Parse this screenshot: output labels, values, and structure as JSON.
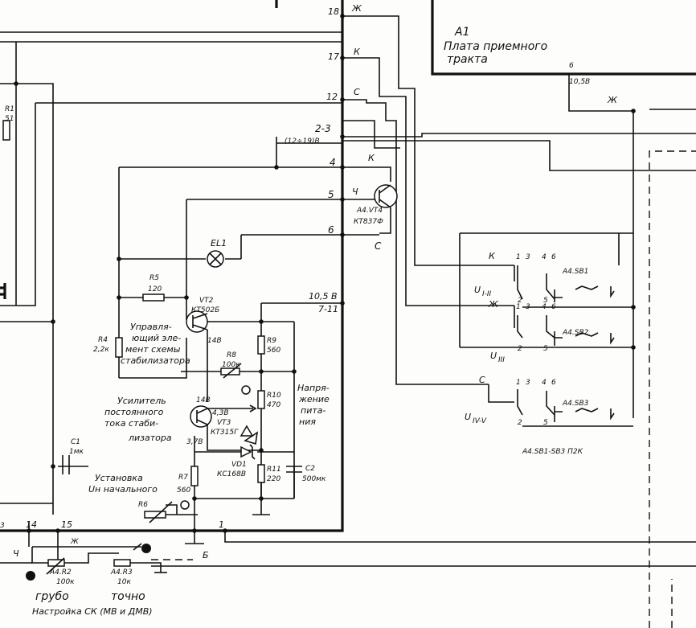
{
  "board": {
    "name": "A1",
    "title_line1": "Плата приемного",
    "title_line2": "тракта"
  },
  "pins": {
    "p18": "18",
    "p17": "17",
    "p12": "12",
    "p23": "2-3",
    "p4": "4",
    "p5": "5",
    "p6": "6",
    "p105": "10,5 В",
    "p1": "1",
    "p14": "14",
    "p15": "15",
    "pb6": "6",
    "p3": "3"
  },
  "voltages": {
    "v105_top": "10,5В",
    "v12_19": "(12÷19)В",
    "v7_11": "7-11",
    "v14_a": "14В",
    "v14_b": "14В",
    "v43": "4,3В",
    "v37": "3,7В"
  },
  "wire_labels": {
    "zh": "Ж",
    "k": "К",
    "s": "С",
    "ch": "Ч",
    "b": "Б"
  },
  "components": {
    "r1": {
      "ref": "R1",
      "value": "51"
    },
    "r5": {
      "ref": "R5",
      "value": "120"
    },
    "r4": {
      "ref": "R4",
      "value": "2,2к"
    },
    "r8": {
      "ref": "R8",
      "value": "100к"
    },
    "r9": {
      "ref": "R9",
      "value": "560"
    },
    "r10": {
      "ref": "R10",
      "value": "470"
    },
    "r11": {
      "ref": "R11",
      "value": "220"
    },
    "r7": {
      "ref": "R7",
      "value": "560"
    },
    "r6": {
      "ref": "R6"
    },
    "c1": {
      "ref": "C1",
      "value": "1мк"
    },
    "c2": {
      "ref": "C2",
      "value": "500мк"
    },
    "vd1": {
      "ref": "VD1",
      "value": "КС168В"
    },
    "vt2": {
      "ref": "VT2",
      "value": "КТ502Б"
    },
    "vt3": {
      "ref": "VT3",
      "value": "КТ315Г"
    },
    "vt4": {
      "ref": "А4.VT4",
      "value": "КТ837Ф"
    },
    "el1": {
      "ref": "EL1"
    },
    "r2": {
      "ref": "А4.R2",
      "value": "100к"
    },
    "r3": {
      "ref": "А4.R3",
      "value": "10к"
    },
    "sb1": {
      "ref": "А4.SB1"
    },
    "sb2": {
      "ref": "А4.SB2"
    },
    "sb3": {
      "ref": "А4.SB3"
    }
  },
  "switch_pins": {
    "p1": "1",
    "p3": "3",
    "p4": "4",
    "p6": "6",
    "p2": "2",
    "p5": "5"
  },
  "switch_labels": {
    "u1": "U",
    "u1_sub": "I-II",
    "u2": "U",
    "u2_sub": "III",
    "u3": "U",
    "u3_sub": "IV-V"
  },
  "switch_note": "А4.SB1-SB3 П2К",
  "annotations": {
    "ctrl_l1": "Управля-",
    "ctrl_l2": "ющий эле-",
    "ctrl_l3": "мент схемы",
    "ctrl_l4": "стабилизатора",
    "amp_l1": "Усилитель",
    "amp_l2": "постоянного",
    "amp_l3": "тока стаби-",
    "amp_l4": "лизатора",
    "volt_l1": "Напря-",
    "volt_l2": "жение",
    "volt_l3": "пита-",
    "volt_l4": "ния",
    "set_l1": "Установка",
    "set_l2": "Uн начального",
    "grubo": "грубо",
    "tochno": "точно",
    "tuning": "Настройка СК (МВ и ДМВ)"
  }
}
